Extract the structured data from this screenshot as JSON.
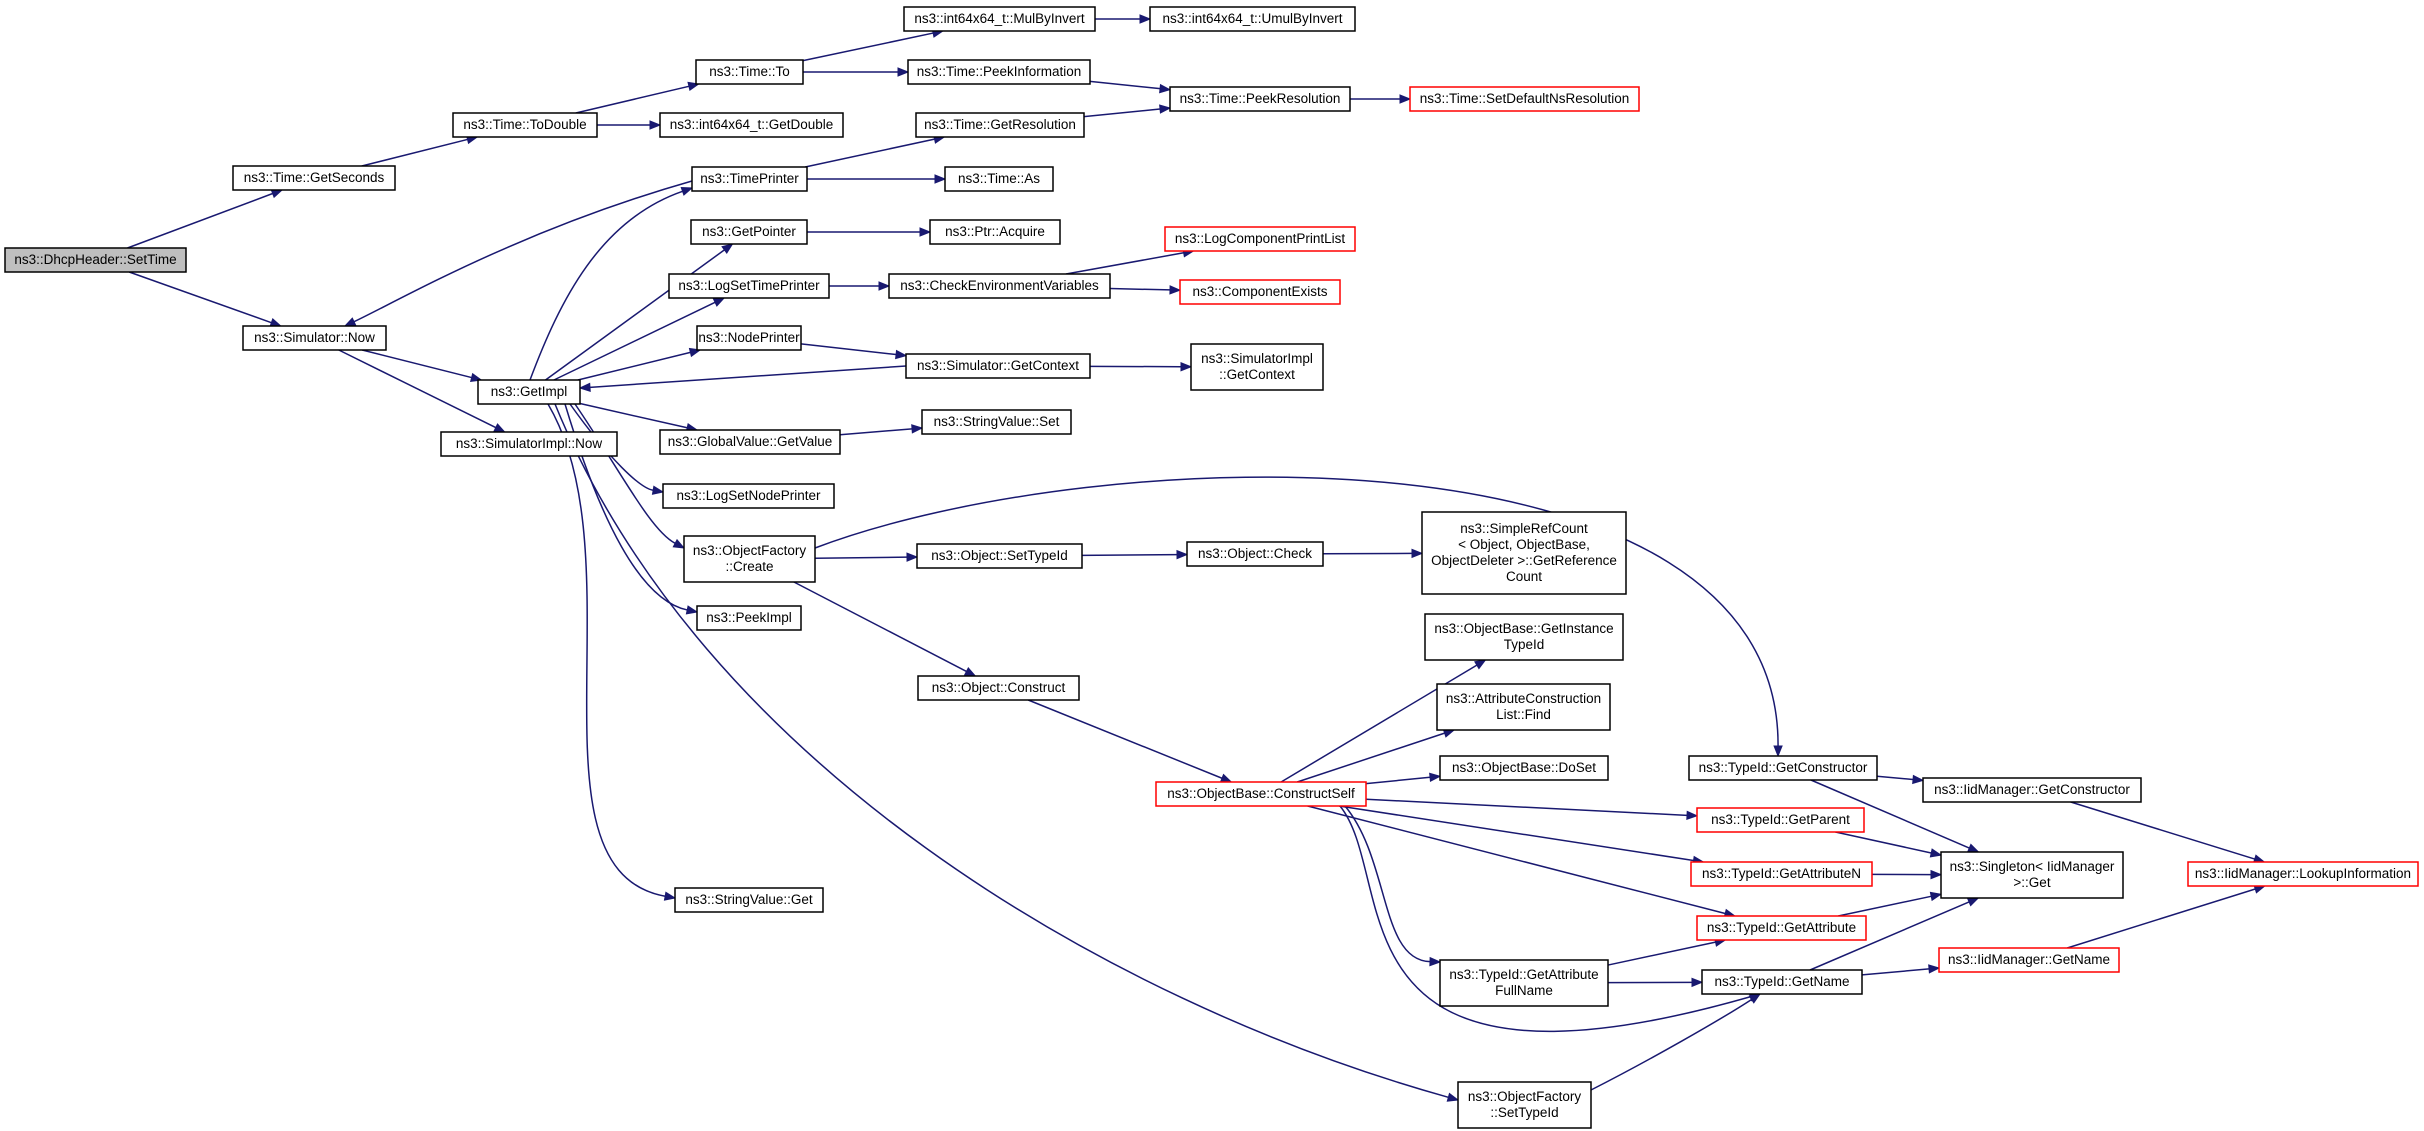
{
  "graph": {
    "colors": {
      "edge": "#191970",
      "border_normal": "#000000",
      "border_truncated": "#ff0000",
      "root_fill": "#bfbfbf",
      "node_fill": "#ffffff"
    },
    "nodes": [
      {
        "id": "dhcp_settime",
        "lines": [
          "ns3::DhcpHeader::SetTime"
        ],
        "style": "root"
      },
      {
        "id": "time_getseconds",
        "lines": [
          "ns3::Time::GetSeconds"
        ],
        "style": "normal"
      },
      {
        "id": "simulator_now",
        "lines": [
          "ns3::Simulator::Now"
        ],
        "style": "normal"
      },
      {
        "id": "time_todouble",
        "lines": [
          "ns3::Time::ToDouble"
        ],
        "style": "normal"
      },
      {
        "id": "time_to",
        "lines": [
          "ns3::Time::To"
        ],
        "style": "normal"
      },
      {
        "id": "int64_getdouble",
        "lines": [
          "ns3::int64x64_t::GetDouble"
        ],
        "style": "normal"
      },
      {
        "id": "int64_mulbyinvert",
        "lines": [
          "ns3::int64x64_t::MulByInvert"
        ],
        "style": "normal"
      },
      {
        "id": "int64_umulbyinvert",
        "lines": [
          "ns3::int64x64_t::UmulByInvert"
        ],
        "style": "normal"
      },
      {
        "id": "time_peekinformation",
        "lines": [
          "ns3::Time::PeekInformation"
        ],
        "style": "normal"
      },
      {
        "id": "time_peekresolution",
        "lines": [
          "ns3::Time::PeekResolution"
        ],
        "style": "normal"
      },
      {
        "id": "time_setdefaultnsresolution",
        "lines": [
          "ns3::Time::SetDefaultNsResolution"
        ],
        "style": "truncated"
      },
      {
        "id": "time_getresolution",
        "lines": [
          "ns3::Time::GetResolution"
        ],
        "style": "normal"
      },
      {
        "id": "timeprinter",
        "lines": [
          "ns3::TimePrinter"
        ],
        "style": "normal"
      },
      {
        "id": "time_as",
        "lines": [
          "ns3::Time::As"
        ],
        "style": "normal"
      },
      {
        "id": "getpointer",
        "lines": [
          "ns3::GetPointer"
        ],
        "style": "normal"
      },
      {
        "id": "ptr_acquire",
        "lines": [
          "ns3::Ptr::Acquire"
        ],
        "style": "normal"
      },
      {
        "id": "logsettimeprinter",
        "lines": [
          "ns3::LogSetTimePrinter"
        ],
        "style": "normal"
      },
      {
        "id": "checkenvvars",
        "lines": [
          "ns3::CheckEnvironmentVariables"
        ],
        "style": "normal"
      },
      {
        "id": "logcomponentprintlist",
        "lines": [
          "ns3::LogComponentPrintList"
        ],
        "style": "truncated"
      },
      {
        "id": "componentexists",
        "lines": [
          "ns3::ComponentExists"
        ],
        "style": "truncated"
      },
      {
        "id": "nodeprinter",
        "lines": [
          "ns3::NodePrinter"
        ],
        "style": "normal"
      },
      {
        "id": "simulator_getcontext",
        "lines": [
          "ns3::Simulator::GetContext"
        ],
        "style": "normal"
      },
      {
        "id": "simulatorimpl_getcontext",
        "lines": [
          "ns3::SimulatorImpl",
          "::GetContext"
        ],
        "style": "normal"
      },
      {
        "id": "getimpl",
        "lines": [
          "ns3::GetImpl"
        ],
        "style": "normal"
      },
      {
        "id": "simulatorimpl_now",
        "lines": [
          "ns3::SimulatorImpl::Now"
        ],
        "style": "normal"
      },
      {
        "id": "globalvalue_getvalue",
        "lines": [
          "ns3::GlobalValue::GetValue"
        ],
        "style": "normal"
      },
      {
        "id": "stringvalue_set",
        "lines": [
          "ns3::StringValue::Set"
        ],
        "style": "normal"
      },
      {
        "id": "logsetnodeprinter",
        "lines": [
          "ns3::LogSetNodePrinter"
        ],
        "style": "normal"
      },
      {
        "id": "objectfactory_create",
        "lines": [
          "ns3::ObjectFactory",
          "::Create"
        ],
        "style": "normal"
      },
      {
        "id": "object_settypeid",
        "lines": [
          "ns3::Object::SetTypeId"
        ],
        "style": "normal"
      },
      {
        "id": "object_check",
        "lines": [
          "ns3::Object::Check"
        ],
        "style": "normal"
      },
      {
        "id": "simplerefcount",
        "lines": [
          "ns3::SimpleRefCount",
          "< Object, ObjectBase,",
          "ObjectDeleter >::GetReference",
          "Count"
        ],
        "style": "normal"
      },
      {
        "id": "peekimpl",
        "lines": [
          "ns3::PeekImpl"
        ],
        "style": "normal"
      },
      {
        "id": "object_construct",
        "lines": [
          "ns3::Object::Construct"
        ],
        "style": "normal"
      },
      {
        "id": "objectbase_getinstancetypeid",
        "lines": [
          "ns3::ObjectBase::GetInstance",
          "TypeId"
        ],
        "style": "normal"
      },
      {
        "id": "attrconstructionlist_find",
        "lines": [
          "ns3::AttributeConstruction",
          "List::Find"
        ],
        "style": "normal"
      },
      {
        "id": "objectbase_doset",
        "lines": [
          "ns3::ObjectBase::DoSet"
        ],
        "style": "normal"
      },
      {
        "id": "objectbase_constructself",
        "lines": [
          "ns3::ObjectBase::ConstructSelf"
        ],
        "style": "truncated"
      },
      {
        "id": "typeid_getconstructor",
        "lines": [
          "ns3::TypeId::GetConstructor"
        ],
        "style": "normal"
      },
      {
        "id": "iidmanager_getconstructor",
        "lines": [
          "ns3::IidManager::GetConstructor"
        ],
        "style": "normal"
      },
      {
        "id": "typeid_getparent",
        "lines": [
          "ns3::TypeId::GetParent"
        ],
        "style": "truncated"
      },
      {
        "id": "singleton_get",
        "lines": [
          "ns3::Singleton< IidManager",
          " >::Get"
        ],
        "style": "normal"
      },
      {
        "id": "iidmanager_lookupinformation",
        "lines": [
          "ns3::IidManager::LookupInformation"
        ],
        "style": "truncated"
      },
      {
        "id": "typeid_getattributen",
        "lines": [
          "ns3::TypeId::GetAttributeN"
        ],
        "style": "truncated"
      },
      {
        "id": "typeid_getattribute",
        "lines": [
          "ns3::TypeId::GetAttribute"
        ],
        "style": "truncated"
      },
      {
        "id": "iidmanager_getname",
        "lines": [
          "ns3::IidManager::GetName"
        ],
        "style": "truncated"
      },
      {
        "id": "typeid_getattributefullname",
        "lines": [
          "ns3::TypeId::GetAttribute",
          "FullName"
        ],
        "style": "normal"
      },
      {
        "id": "typeid_getname",
        "lines": [
          "ns3::TypeId::GetName"
        ],
        "style": "normal"
      },
      {
        "id": "stringvalue_get",
        "lines": [
          "ns3::StringValue::Get"
        ],
        "style": "normal"
      },
      {
        "id": "objectfactory_settypeid",
        "lines": [
          "ns3::ObjectFactory",
          "::SetTypeId"
        ],
        "style": "normal"
      }
    ],
    "edges": [
      [
        "dhcp_settime",
        "time_getseconds"
      ],
      [
        "dhcp_settime",
        "simulator_now"
      ],
      [
        "time_getseconds",
        "time_todouble"
      ],
      [
        "time_todouble",
        "time_to"
      ],
      [
        "time_todouble",
        "int64_getdouble"
      ],
      [
        "time_to",
        "int64_mulbyinvert"
      ],
      [
        "time_to",
        "time_peekinformation"
      ],
      [
        "int64_mulbyinvert",
        "int64_umulbyinvert"
      ],
      [
        "time_peekinformation",
        "time_peekresolution"
      ],
      [
        "time_peekresolution",
        "time_setdefaultnsresolution"
      ],
      [
        "time_getresolution",
        "time_peekresolution"
      ],
      [
        "timeprinter",
        "simulator_now"
      ],
      [
        "timeprinter",
        "time_getresolution"
      ],
      [
        "timeprinter",
        "time_as"
      ],
      [
        "simulator_now",
        "getimpl"
      ],
      [
        "simulator_now",
        "simulatorimpl_now"
      ],
      [
        "getimpl",
        "timeprinter"
      ],
      [
        "getimpl",
        "getpointer"
      ],
      [
        "getimpl",
        "logsettimeprinter"
      ],
      [
        "getimpl",
        "nodeprinter"
      ],
      [
        "getimpl",
        "globalvalue_getvalue"
      ],
      [
        "getimpl",
        "logsetnodeprinter"
      ],
      [
        "getimpl",
        "objectfactory_create"
      ],
      [
        "getimpl",
        "peekimpl"
      ],
      [
        "getimpl",
        "stringvalue_get"
      ],
      [
        "getimpl",
        "objectfactory_settypeid"
      ],
      [
        "getpointer",
        "ptr_acquire"
      ],
      [
        "logsettimeprinter",
        "checkenvvars"
      ],
      [
        "checkenvvars",
        "logcomponentprintlist"
      ],
      [
        "checkenvvars",
        "componentexists"
      ],
      [
        "nodeprinter",
        "simulator_getcontext"
      ],
      [
        "simulator_getcontext",
        "getimpl"
      ],
      [
        "simulator_getcontext",
        "simulatorimpl_getcontext"
      ],
      [
        "globalvalue_getvalue",
        "stringvalue_set"
      ],
      [
        "objectfactory_create",
        "object_settypeid"
      ],
      [
        "objectfactory_create",
        "object_construct"
      ],
      [
        "objectfactory_create",
        "typeid_getconstructor"
      ],
      [
        "object_settypeid",
        "object_check"
      ],
      [
        "object_check",
        "simplerefcount"
      ],
      [
        "object_construct",
        "objectbase_constructself"
      ],
      [
        "objectbase_constructself",
        "objectbase_getinstancetypeid"
      ],
      [
        "objectbase_constructself",
        "attrconstructionlist_find"
      ],
      [
        "objectbase_constructself",
        "objectbase_doset"
      ],
      [
        "objectbase_constructself",
        "typeid_getparent"
      ],
      [
        "objectbase_constructself",
        "typeid_getattributen"
      ],
      [
        "objectbase_constructself",
        "typeid_getattribute"
      ],
      [
        "objectbase_constructself",
        "typeid_getattributefullname"
      ],
      [
        "objectbase_constructself",
        "typeid_getname"
      ],
      [
        "typeid_getconstructor",
        "iidmanager_getconstructor"
      ],
      [
        "typeid_getconstructor",
        "singleton_get"
      ],
      [
        "iidmanager_getconstructor",
        "iidmanager_lookupinformation"
      ],
      [
        "typeid_getparent",
        "singleton_get"
      ],
      [
        "typeid_getattributen",
        "singleton_get"
      ],
      [
        "typeid_getattribute",
        "singleton_get"
      ],
      [
        "typeid_getattributefullname",
        "typeid_getattribute"
      ],
      [
        "typeid_getattributefullname",
        "typeid_getname"
      ],
      [
        "typeid_getname",
        "singleton_get"
      ],
      [
        "typeid_getname",
        "iidmanager_getname"
      ],
      [
        "iidmanager_getname",
        "iidmanager_lookupinformation"
      ],
      [
        "objectfactory_settypeid",
        "typeid_getname"
      ]
    ]
  }
}
